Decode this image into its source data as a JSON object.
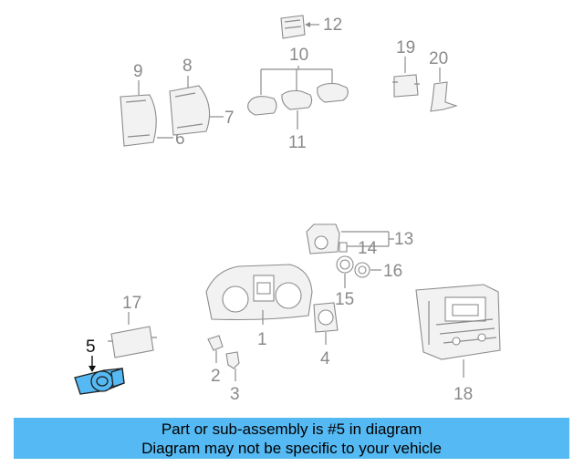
{
  "callouts": {
    "c1": "1",
    "c2": "2",
    "c3": "3",
    "c4": "4",
    "c5": "5",
    "c6": "6",
    "c7": "7",
    "c8": "8",
    "c9": "9",
    "c10": "10",
    "c11": "11",
    "c12": "12",
    "c13": "13",
    "c14": "14",
    "c15": "15",
    "c16": "16",
    "c17": "17",
    "c18": "18",
    "c19": "19",
    "c20": "20"
  },
  "highlight_part": "5",
  "colors": {
    "highlight": "#55b9f3",
    "linework": "#8c8c8c",
    "label": "#8a8a8a"
  },
  "banner": {
    "line1": "Part or sub-assembly is #5 in diagram",
    "line2": "Diagram may not be specific to your vehicle"
  }
}
